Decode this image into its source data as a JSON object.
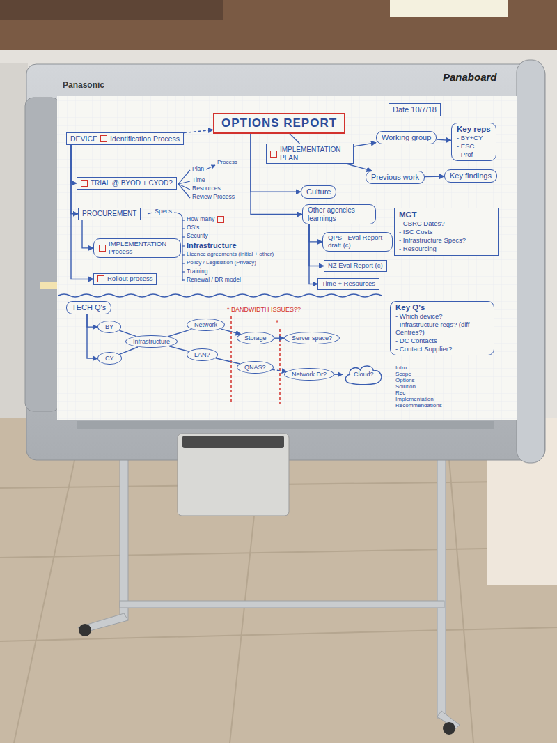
{
  "diagram": {
    "nodes": [
      {
        "text": [
          "Date 10/7/18"
        ]
      },
      {
        "text": [
          "OPTIONS REPORT"
        ]
      },
      {
        "text": [
          "DEVICE",
          "Identification Process"
        ]
      },
      {
        "text": [
          "IMPLEMENTATION PLAN"
        ]
      },
      {
        "text": [
          "Working group"
        ]
      },
      {
        "text": [
          "Key reps",
          "- BY+CY",
          "- ESC",
          "- Prof"
        ]
      },
      {
        "text": [
          "TRIAL @ BYOD + CYOD?"
        ]
      },
      {
        "text": [
          "Previous work"
        ]
      },
      {
        "text": [
          "Key findings"
        ]
      },
      {
        "text": [
          "Culture"
        ]
      },
      {
        "text": [
          "PROCUREMENT"
        ]
      },
      {
        "text": [
          "Other agencies learnings"
        ]
      },
      {
        "text": [
          "MGT",
          "- CBRC Dates?",
          "- ISC Costs",
          "- Infrastructure Specs?",
          "- Resourcing"
        ]
      },
      {
        "text": [
          "IMPLEMENTATION Process"
        ]
      },
      {
        "text": [
          "QPS - Eval Report draft (c)"
        ]
      },
      {
        "text": [
          "NZ Eval Report (c)"
        ]
      },
      {
        "text": [
          "Rollout process"
        ]
      },
      {
        "text": [
          "Time + Resources"
        ]
      },
      {
        "text": [
          "TECH Q's"
        ]
      },
      {
        "text": [
          "Key Q's",
          "- Which device?",
          "- Infrastructure reqs? (diff Centres?)",
          "- DC Contacts",
          "- Contact Supplier?"
        ]
      },
      {
        "text": [
          "BY"
        ]
      },
      {
        "text": [
          "Network"
        ]
      },
      {
        "text": [
          "Storage"
        ]
      },
      {
        "text": [
          "Server space?"
        ]
      },
      {
        "text": [
          "Infrastructure"
        ]
      },
      {
        "text": [
          "CY"
        ]
      },
      {
        "text": [
          "LAN?"
        ]
      },
      {
        "text": [
          "QNAS?"
        ]
      },
      {
        "text": [
          "Network Dr?"
        ]
      },
      {
        "text": [
          "Cloud?"
        ]
      }
    ],
    "edges": [
      {
        "from": 2,
        "to": 1,
        "arrow": "to"
      },
      {
        "from": 1,
        "to": 3,
        "arrow": "none"
      },
      {
        "from": 1,
        "to": 9,
        "arrow": "to"
      },
      {
        "from": 1,
        "to": 11,
        "arrow": "to"
      },
      {
        "from": 3,
        "to": 4,
        "arrow": "to"
      },
      {
        "from": 4,
        "to": 5,
        "arrow": "to"
      },
      {
        "from": 3,
        "to": 7,
        "arrow": "to"
      },
      {
        "from": 7,
        "to": 8,
        "arrow": "to"
      },
      {
        "from": 11,
        "to": 14,
        "arrow": "to"
      },
      {
        "from": 11,
        "to": 15,
        "arrow": "to"
      },
      {
        "from": 11,
        "to": 17,
        "arrow": "to"
      },
      {
        "from": 2,
        "to": 6,
        "arrow": "to"
      },
      {
        "from": 2,
        "to": 10,
        "arrow": "to"
      },
      {
        "from": 2,
        "to": 16,
        "arrow": "to"
      },
      {
        "from": 10,
        "to": 13,
        "arrow": "to"
      },
      {
        "from": 18,
        "to": 20,
        "arrow": "to"
      },
      {
        "from": 18,
        "to": 25,
        "arrow": "to"
      },
      {
        "from": 20,
        "to": 24,
        "arrow": "none"
      },
      {
        "from": 25,
        "to": 24,
        "arrow": "none"
      },
      {
        "from": 24,
        "to": 21,
        "arrow": "none"
      },
      {
        "from": 24,
        "to": 26,
        "arrow": "none"
      },
      {
        "from": 21,
        "to": 22,
        "arrow": "to"
      },
      {
        "from": 22,
        "to": 23,
        "arrow": "to"
      },
      {
        "from": 26,
        "to": 27,
        "arrow": "none"
      },
      {
        "from": 27,
        "to": 28,
        "arrow": "to"
      },
      {
        "from": 28,
        "to": 29,
        "arrow": "to"
      }
    ],
    "labels": [
      "Panasonic",
      "Panaboard",
      "Plan",
      "Process",
      "Time",
      "Resources",
      "Review Process",
      "Specs",
      "How many",
      "OS's",
      "Security",
      "Infrastructure",
      "Licence agreements (initial + other)",
      "Policy / Legislation (Privacy)",
      "Training",
      "Renewal / DR model",
      "* BANDWIDTH ISSUES??",
      "*",
      "Intro",
      "Scope",
      "Options",
      "Solution",
      "Rec",
      "Implementation",
      "Recommendations"
    ]
  }
}
